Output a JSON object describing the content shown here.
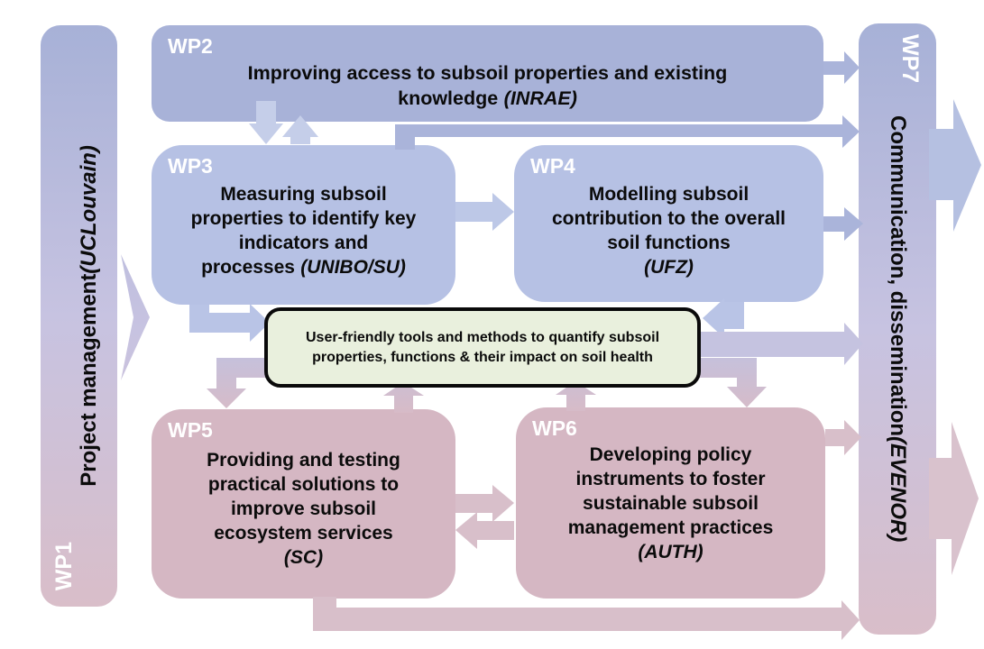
{
  "boxes": {
    "wp1": {
      "id": "WP1",
      "title": "Project management",
      "org": "(UCLouvain)"
    },
    "wp2": {
      "id": "WP2",
      "title": "Improving access to subsoil properties and existing knowledge",
      "org": "(INRAE)"
    },
    "wp3": {
      "id": "WP3",
      "title": "Measuring subsoil properties to identify key indicators and processes",
      "org": "(UNIBO/SU)"
    },
    "wp4": {
      "id": "WP4",
      "title": "Modelling subsoil contribution to the overall soil functions",
      "org": "(UFZ)"
    },
    "wp5": {
      "id": "WP5",
      "title": "Providing and testing practical solutions to improve subsoil ecosystem services",
      "org": "(SC)"
    },
    "wp6": {
      "id": "WP6",
      "title": "Developing policy instruments to foster sustainable subsoil management practices",
      "org": "(AUTH)"
    },
    "wp7": {
      "id": "WP7",
      "title": "Communication, dissemination",
      "org": "(EVENOR)"
    }
  },
  "center_box": {
    "text": "User-friendly tools and methods to quantify subsoil properties, functions & their impact on soil health"
  },
  "connections": [
    {
      "from": "WP1",
      "to": "work-packages"
    },
    {
      "from": "WP2",
      "to": "WP3"
    },
    {
      "from": "WP3",
      "to": "WP2"
    },
    {
      "from": "WP3",
      "to": "WP4"
    },
    {
      "from": "WP2",
      "to": "WP7"
    },
    {
      "from": "WP3",
      "to": "WP7"
    },
    {
      "from": "WP4",
      "to": "WP7"
    },
    {
      "from": "WP3",
      "to": "center-tools"
    },
    {
      "from": "WP4",
      "to": "center-tools"
    },
    {
      "from": "center-tools",
      "to": "WP5"
    },
    {
      "from": "center-tools",
      "to": "WP6"
    },
    {
      "from": "center-tools",
      "to": "WP7"
    },
    {
      "from": "WP5",
      "to": "center-tools"
    },
    {
      "from": "WP6",
      "to": "center-tools"
    },
    {
      "from": "WP5",
      "to": "WP6"
    },
    {
      "from": "WP6",
      "to": "WP5"
    },
    {
      "from": "WP6",
      "to": "WP7"
    },
    {
      "from": "WP5",
      "to": "WP7"
    },
    {
      "from": "WP7",
      "to": "outside-top"
    },
    {
      "from": "WP7",
      "to": "outside-bottom"
    }
  ],
  "colors": {
    "wp2_fill": "#a8b2d8",
    "wp34_fill": "#b6c1e4",
    "wp56_fill": "#d5b7c3",
    "bar_top": "#a7b1d7",
    "bar_mid": "#c7c3e1",
    "bar_bottom": "#d9bec9",
    "arrow_blue": "#aab4da",
    "arrow_blue_light": "#c5cee9",
    "arrow_blue_mid": "#bdc8e7",
    "arrow_elbow_blue": "#b9c4e6",
    "arrow_lavender": "#c5c3e0",
    "arrow_pink": "#d8bfca",
    "out_arrow_blue": "#b5c0e1",
    "out_arrow_pink": "#d9c2cd",
    "grad_lav": "#c3c1de",
    "grad_pink": "#d7bbc7",
    "center_fill": "#e9f0dd",
    "center_border": "#0a0a0a",
    "text_dark": "#0b0b0b",
    "text_white": "#ffffff"
  }
}
